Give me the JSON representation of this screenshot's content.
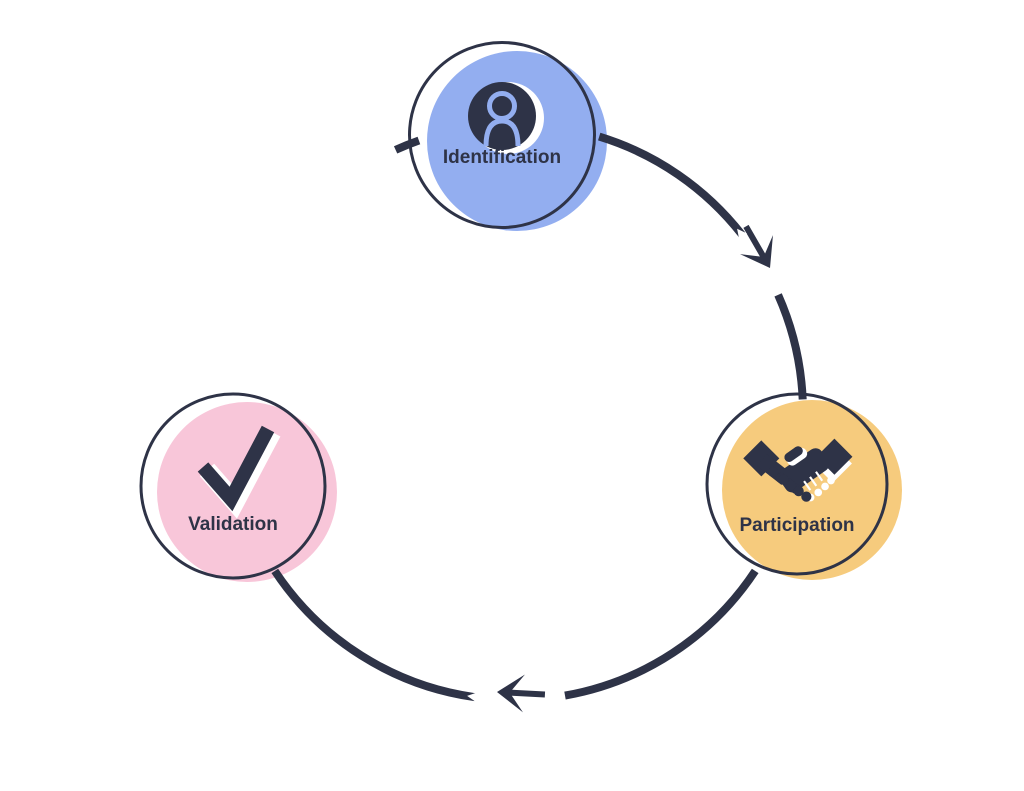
{
  "colors": {
    "ink": "#2e3347",
    "background": "#ffffff",
    "node_blue": "#93aef0",
    "node_yellow": "#f6cb7d",
    "node_pink": "#f8c6d9"
  },
  "diagram": {
    "type": "cycle",
    "direction": "clockwise",
    "nodes": [
      {
        "label": "Identification",
        "icon": "user-circle-icon",
        "fill": "#93aef0",
        "position": "top"
      },
      {
        "label": "Participation",
        "icon": "handshake-icon",
        "fill": "#f6cb7d",
        "position": "right"
      },
      {
        "label": "Validation",
        "icon": "checkmark-icon",
        "fill": "#f8c6d9",
        "position": "left"
      }
    ],
    "edges": [
      {
        "from": "Identification",
        "to": "Participation",
        "style": "curved-arrow"
      },
      {
        "from": "Participation",
        "to": "Validation",
        "style": "curved-arrow"
      }
    ]
  }
}
